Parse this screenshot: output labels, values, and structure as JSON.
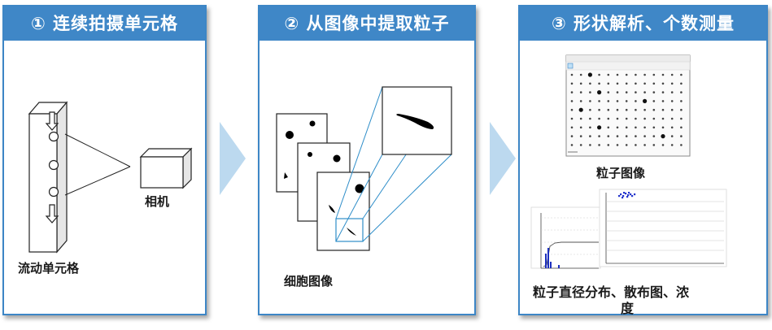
{
  "steps": [
    {
      "title": "① 连续拍摄单元格"
    },
    {
      "title": "② 从图像中提取粒子"
    },
    {
      "title": "③ 形状解析、个数测量"
    }
  ],
  "panel1": {
    "flow_cell_label": "流动单元格",
    "camera_label": "相机"
  },
  "panel2": {
    "cell_image_label": "细胞图像"
  },
  "panel3": {
    "particle_image_label": "粒子图像",
    "chart_caption_line1": "粒子直径分布、散布图、浓",
    "chart_caption_line2": "度"
  },
  "colors": {
    "header_bg": "#3f87c7",
    "panel_border": "#3d86c6",
    "step_arrow": "#bcd9ef",
    "zoom_line": "#2f8ec9"
  }
}
